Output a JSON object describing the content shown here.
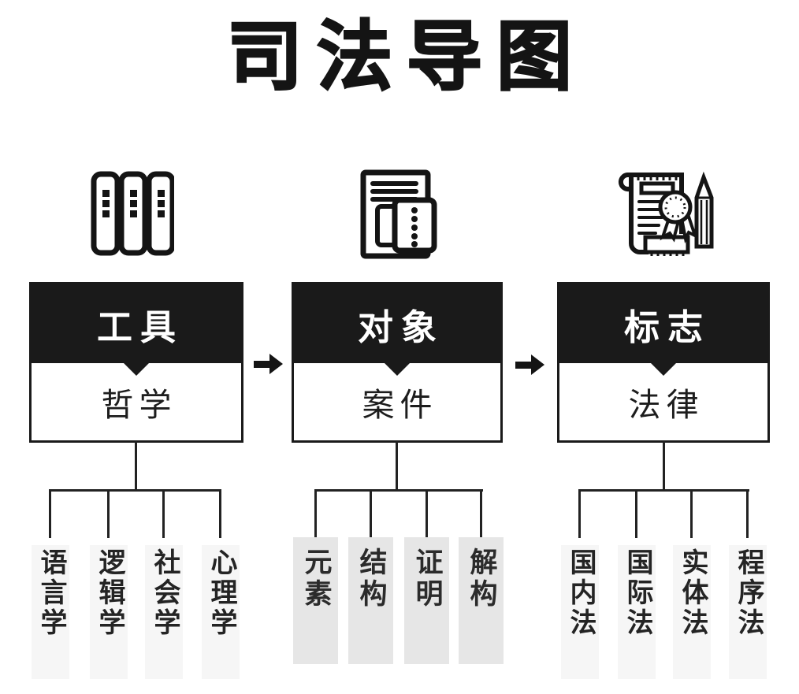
{
  "title": "司法导图",
  "flow": {
    "arrow_direction": "right",
    "arrow_count": 2
  },
  "columns": [
    {
      "icon": "ring-binders-icon",
      "header": "工具",
      "sub": "哲学",
      "leaf_style": "plain",
      "leaves": [
        "语言学",
        "逻辑学",
        "社会学",
        "心理学"
      ]
    },
    {
      "icon": "document-list-icon",
      "header": "对象",
      "sub": "案件",
      "leaf_style": "gray-banner",
      "leaves": [
        "元素",
        "结构",
        "证明",
        "解构"
      ]
    },
    {
      "icon": "certificate-pencil-icon",
      "header": "标志",
      "sub": "法律",
      "leaf_style": "plain",
      "leaves": [
        "国内法",
        "国际法",
        "实体法",
        "程序法"
      ]
    }
  ],
  "colors": {
    "ink": "#1a1a1a",
    "banner_gray": "#e6e6e6",
    "ghost_gray": "#f6f6f6",
    "background": "#ffffff",
    "leaf_text": "#242424"
  }
}
